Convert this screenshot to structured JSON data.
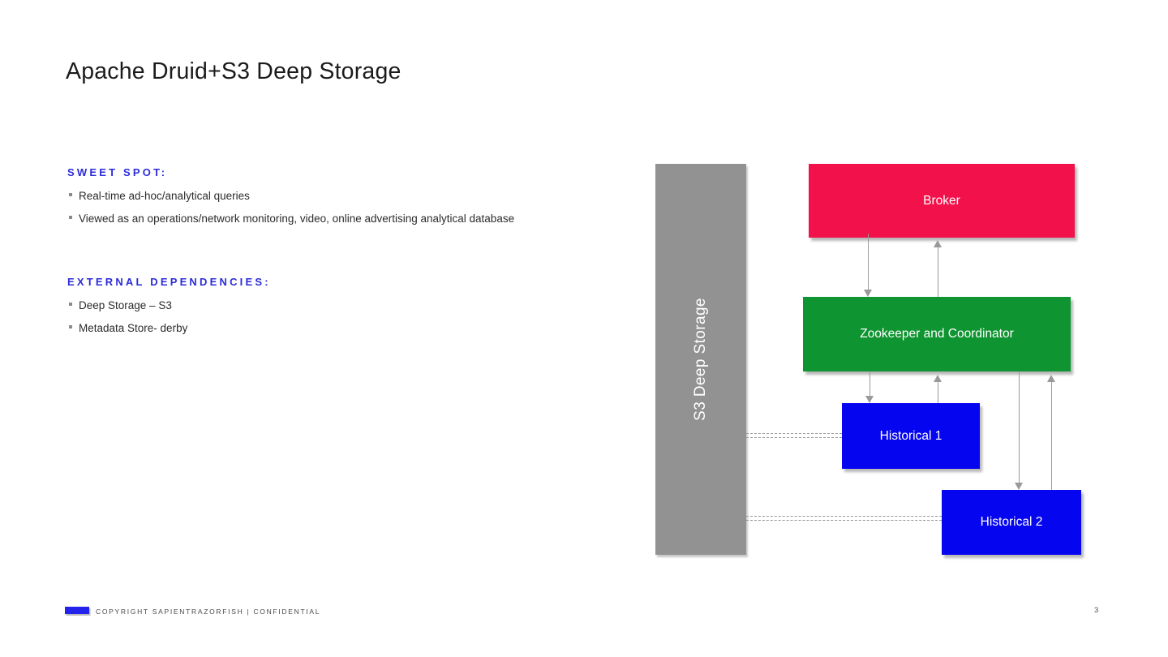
{
  "slide": {
    "title": "Apache Druid+S3 Deep Storage",
    "page_number": "3",
    "footer_text": "COPYRIGHT SAPIENTRAZORFISH | CONFIDENTIAL"
  },
  "sections": [
    {
      "heading": "SWEET SPOT:",
      "bullets": [
        "Real-time ad-hoc/analytical queries",
        "Viewed as an operations/network monitoring, video, online advertising analytical database"
      ]
    },
    {
      "heading": "EXTERNAL DEPENDENCIES:",
      "bullets": [
        "Deep Storage – S3",
        "Metadata Store- derby"
      ]
    }
  ],
  "diagram": {
    "storage_bar_label": "S3 Deep Storage",
    "nodes": [
      {
        "label": "Broker",
        "color": "#F2114A"
      },
      {
        "label": "Zookeeper and Coordinator",
        "color": "#0E9430"
      },
      {
        "label": "Historical 1",
        "color": "#0505F0"
      },
      {
        "label": "Historical 2",
        "color": "#0505F0"
      }
    ],
    "connections": [
      {
        "from": "Broker",
        "to": "Zookeeper and Coordinator",
        "style": "solid-arrow-down"
      },
      {
        "from": "Zookeeper and Coordinator",
        "to": "Broker",
        "style": "solid-arrow-up"
      },
      {
        "from": "Zookeeper and Coordinator",
        "to": "Historical 1",
        "style": "solid-arrow-down"
      },
      {
        "from": "Historical 1",
        "to": "Zookeeper and Coordinator",
        "style": "solid-arrow-up"
      },
      {
        "from": "Zookeeper and Coordinator",
        "to": "Historical 2",
        "style": "solid-arrow-down"
      },
      {
        "from": "Historical 2",
        "to": "Zookeeper and Coordinator",
        "style": "solid-arrow-up"
      },
      {
        "from": "S3 Deep Storage",
        "to": "Historical 1",
        "style": "double-dashed"
      },
      {
        "from": "S3 Deep Storage",
        "to": "Historical 2",
        "style": "double-dashed"
      }
    ],
    "colors": {
      "storage_bar_gray": "#929292",
      "arrow_gray": "#9A9A9A",
      "heading_blue": "#2C2CD8",
      "footer_logo_blue": "#2323EC",
      "node_red": "#F2114A",
      "node_green": "#0E9430",
      "node_blue": "#0505F0"
    }
  }
}
